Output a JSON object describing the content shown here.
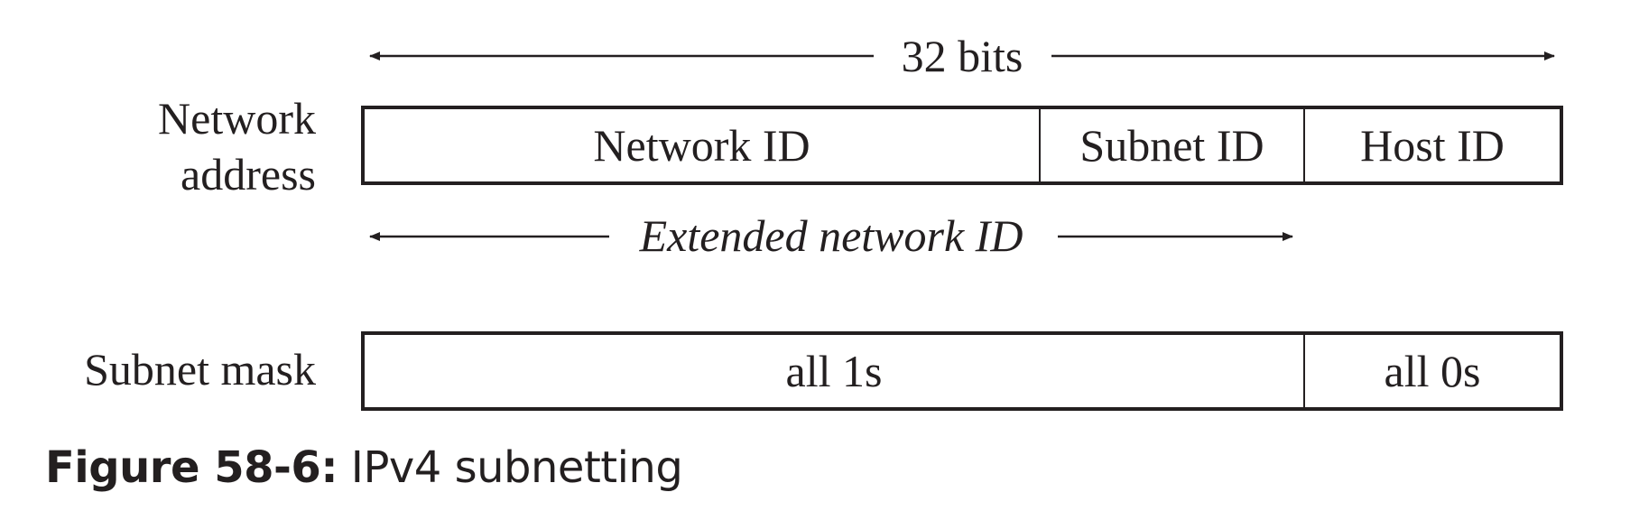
{
  "diagram": {
    "span_label": "32 bits",
    "extended_label": "Extended network ID",
    "rows": {
      "network_address": {
        "label_line1": "Network",
        "label_line2": "address",
        "fields": [
          "Network ID",
          "Subnet ID",
          "Host ID"
        ]
      },
      "subnet_mask": {
        "label": "Subnet mask",
        "fields": [
          "all 1s",
          "all 0s"
        ]
      }
    }
  },
  "caption": {
    "prefix": "Figure 58-6:",
    "text": " IPv4 subnetting"
  }
}
